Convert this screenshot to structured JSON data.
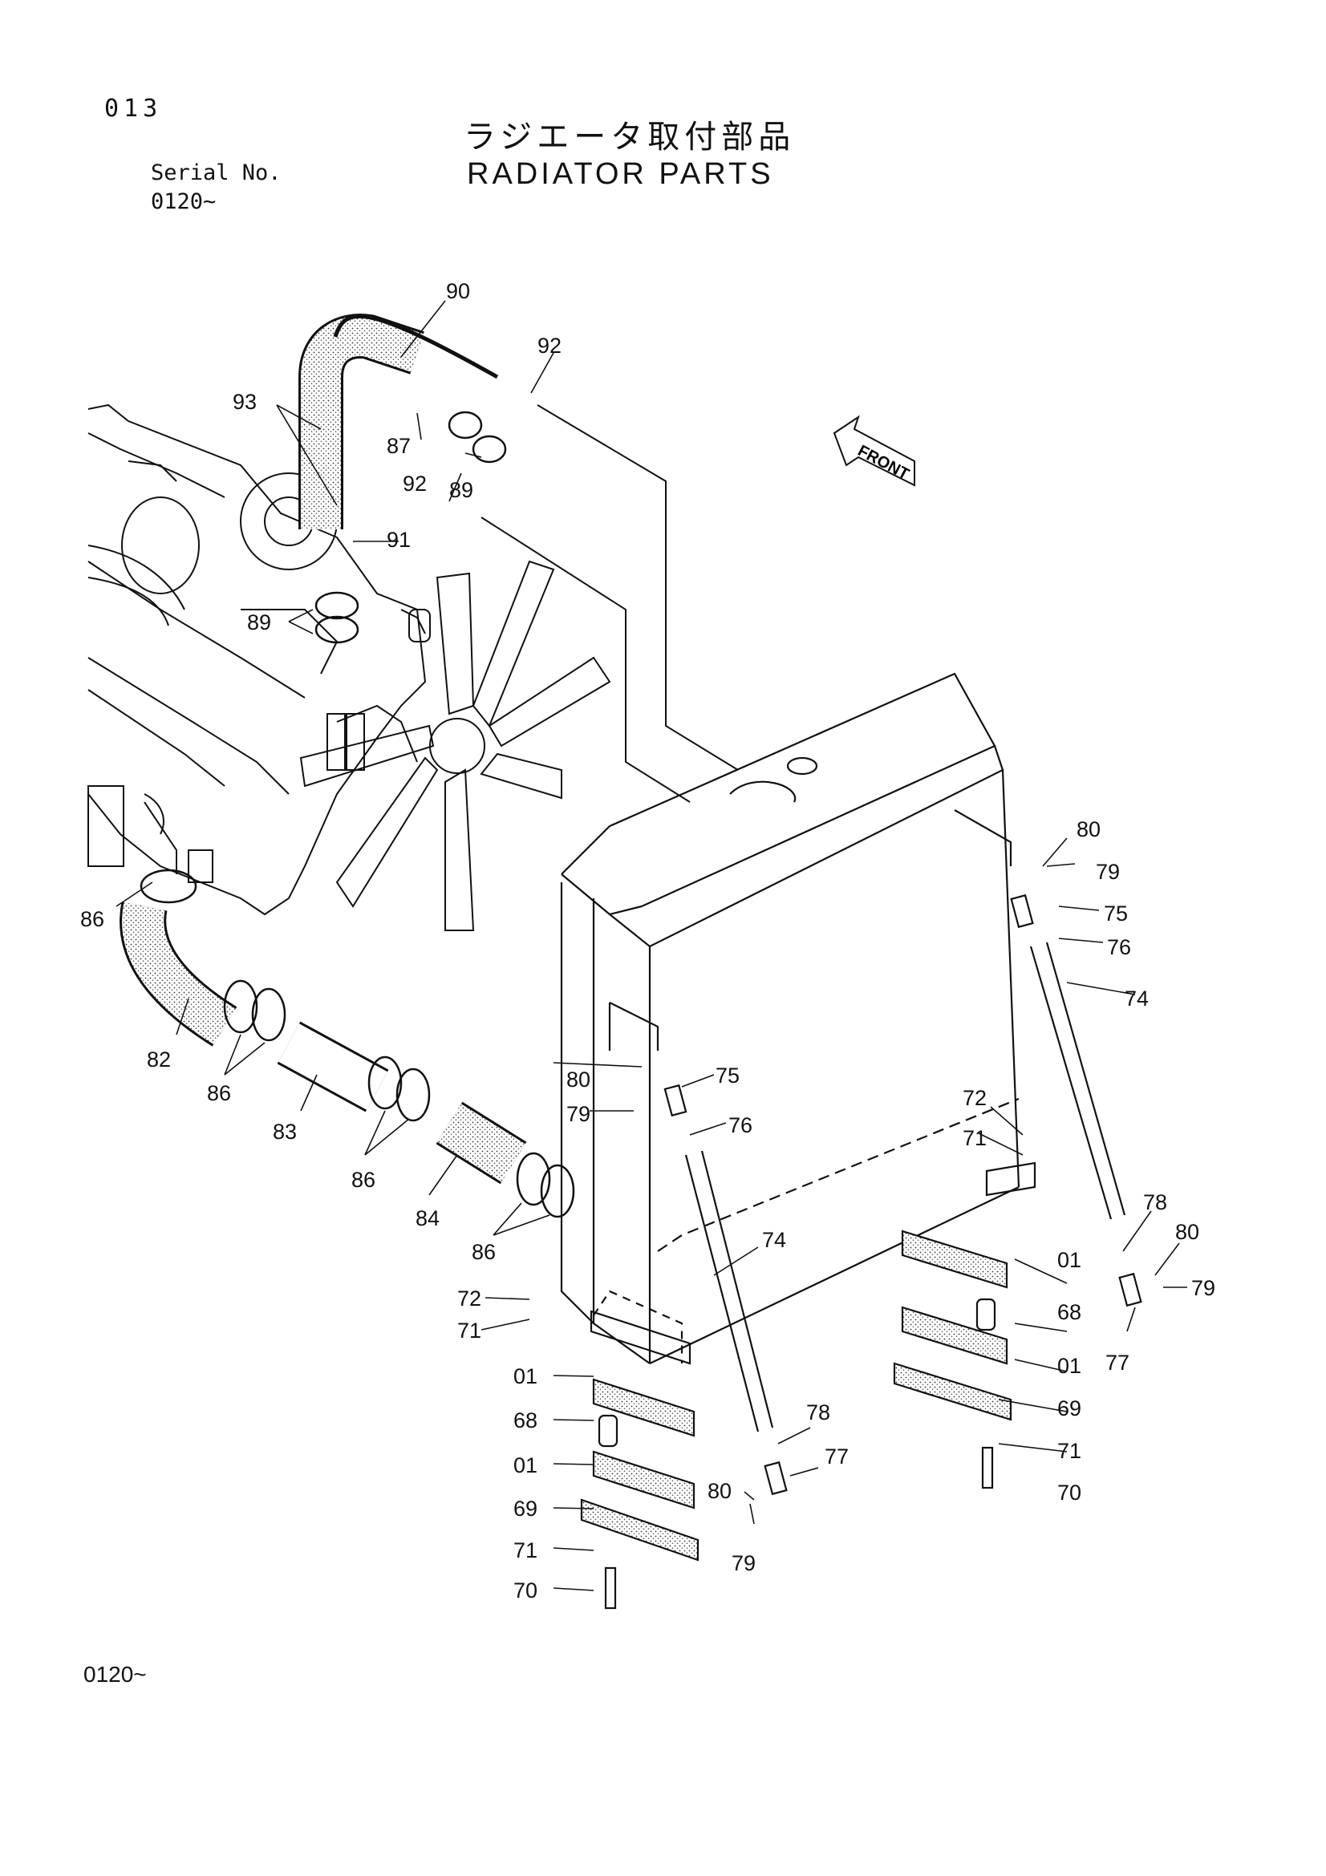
{
  "header": {
    "page_no": "013",
    "serial_label": "Serial No.",
    "serial_value": "0120~",
    "title_jp": "ラジエータ取付部品",
    "title_en": "RADIATOR PARTS"
  },
  "front_marker": "FRONT",
  "footer": {
    "serial": "0120~"
  },
  "callouts": [
    {
      "id": "c90a",
      "text": "90"
    },
    {
      "id": "c92a",
      "text": "92"
    },
    {
      "id": "c93",
      "text": "93"
    },
    {
      "id": "c87",
      "text": "87"
    },
    {
      "id": "c89a",
      "text": "89"
    },
    {
      "id": "c92b",
      "text": "92"
    },
    {
      "id": "c91",
      "text": "91"
    },
    {
      "id": "c89b",
      "text": "89"
    },
    {
      "id": "c86a",
      "text": "86"
    },
    {
      "id": "c82",
      "text": "82"
    },
    {
      "id": "c86b",
      "text": "86"
    },
    {
      "id": "c83",
      "text": "83"
    },
    {
      "id": "c86c",
      "text": "86"
    },
    {
      "id": "c84",
      "text": "84"
    },
    {
      "id": "c86d",
      "text": "86"
    },
    {
      "id": "c80a",
      "text": "80"
    },
    {
      "id": "c79a",
      "text": "79"
    },
    {
      "id": "c75a",
      "text": "75"
    },
    {
      "id": "c76a",
      "text": "76"
    },
    {
      "id": "c74a",
      "text": "74"
    },
    {
      "id": "c80b",
      "text": "80"
    },
    {
      "id": "c75b",
      "text": "75"
    },
    {
      "id": "c79b",
      "text": "79"
    },
    {
      "id": "c76b",
      "text": "76"
    },
    {
      "id": "c74b",
      "text": "74"
    },
    {
      "id": "c72a",
      "text": "72"
    },
    {
      "id": "c71a",
      "text": "71"
    },
    {
      "id": "c78a",
      "text": "78"
    },
    {
      "id": "c80c",
      "text": "80"
    },
    {
      "id": "c79c",
      "text": "79"
    },
    {
      "id": "c01a",
      "text": "01"
    },
    {
      "id": "c68a",
      "text": "68"
    },
    {
      "id": "c01b",
      "text": "01"
    },
    {
      "id": "c77a",
      "text": "77"
    },
    {
      "id": "c69a",
      "text": "69"
    },
    {
      "id": "c71b",
      "text": "71"
    },
    {
      "id": "c70a",
      "text": "70"
    },
    {
      "id": "c72b",
      "text": "72"
    },
    {
      "id": "c71c",
      "text": "71"
    },
    {
      "id": "c01c",
      "text": "01"
    },
    {
      "id": "c68b",
      "text": "68"
    },
    {
      "id": "c01d",
      "text": "01"
    },
    {
      "id": "c69b",
      "text": "69"
    },
    {
      "id": "c71d",
      "text": "71"
    },
    {
      "id": "c70b",
      "text": "70"
    },
    {
      "id": "c78b",
      "text": "78"
    },
    {
      "id": "c77b",
      "text": "77"
    },
    {
      "id": "c80d",
      "text": "80"
    },
    {
      "id": "c79d",
      "text": "79"
    }
  ]
}
